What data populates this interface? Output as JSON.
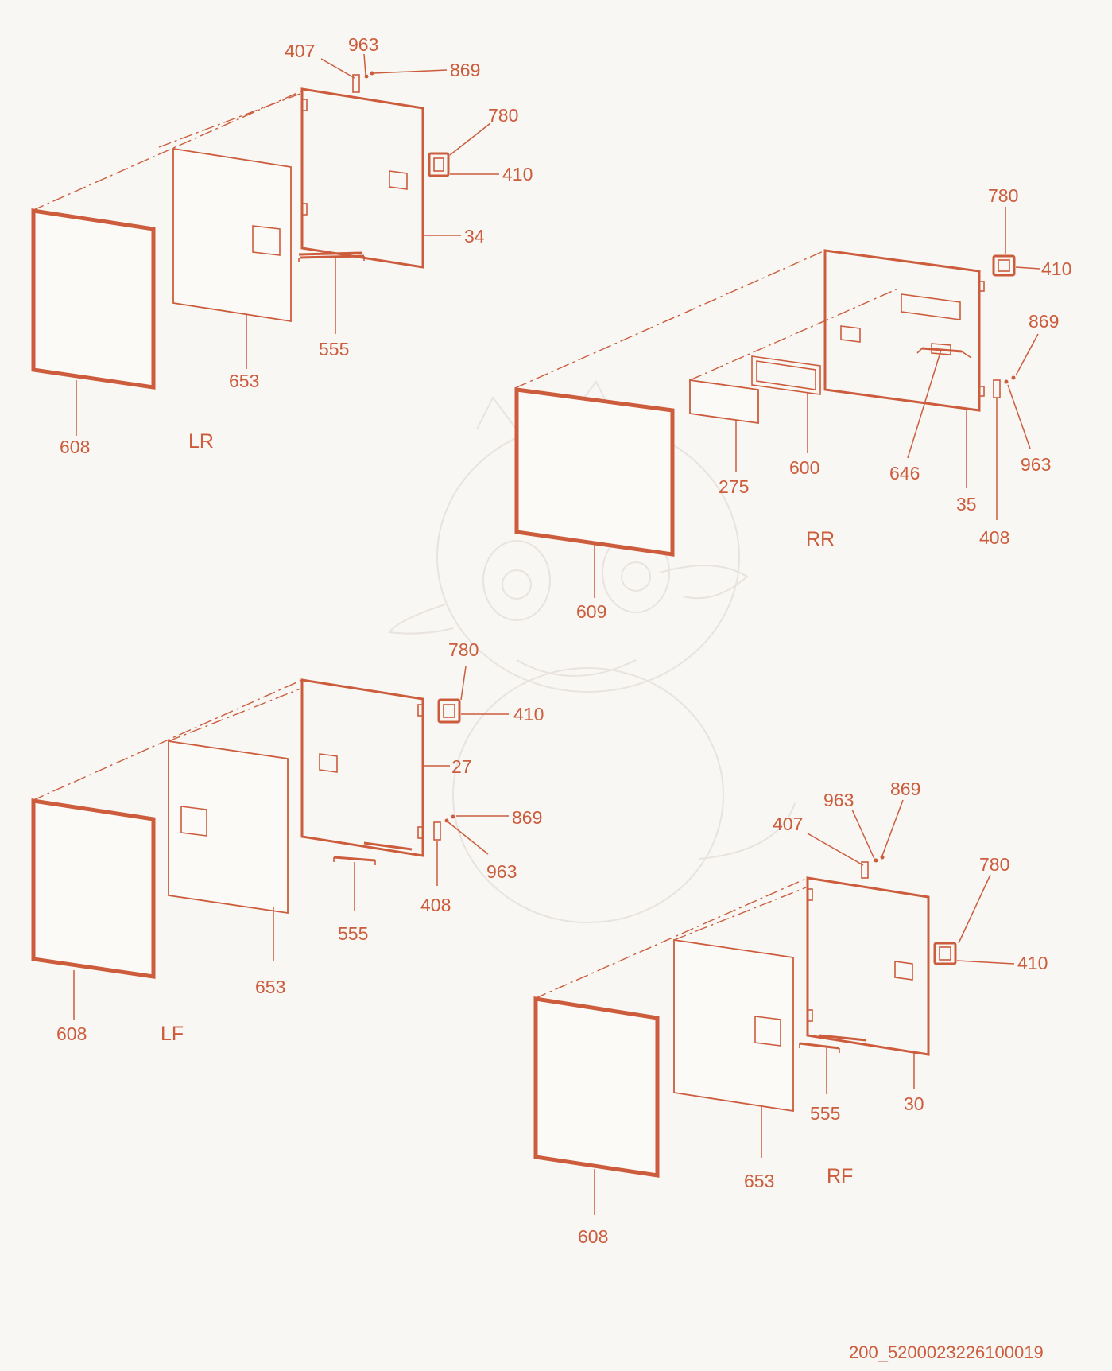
{
  "document_code": "200_5200023226100019",
  "colors": {
    "line": "#cc5c3c",
    "background": "#f8f7f4"
  },
  "views": {
    "lr": {
      "name": "LR",
      "labels": {
        "407": "407",
        "963": "963",
        "869": "869",
        "780": "780",
        "410": "410",
        "34": "34",
        "555": "555",
        "653": "653",
        "608": "608"
      }
    },
    "rr": {
      "name": "RR",
      "labels": {
        "780": "780",
        "410": "410",
        "869": "869",
        "963": "963",
        "275": "275",
        "600": "600",
        "646": "646",
        "35": "35",
        "408": "408",
        "609": "609"
      }
    },
    "lf": {
      "name": "LF",
      "labels": {
        "780": "780",
        "410": "410",
        "27": "27",
        "869": "869",
        "963": "963",
        "408": "408",
        "555": "555",
        "653": "653",
        "608": "608"
      }
    },
    "rf": {
      "name": "RF",
      "labels": {
        "963": "963",
        "869": "869",
        "407": "407",
        "780": "780",
        "410": "410",
        "555": "555",
        "30": "30",
        "653": "653",
        "608": "608"
      }
    }
  }
}
